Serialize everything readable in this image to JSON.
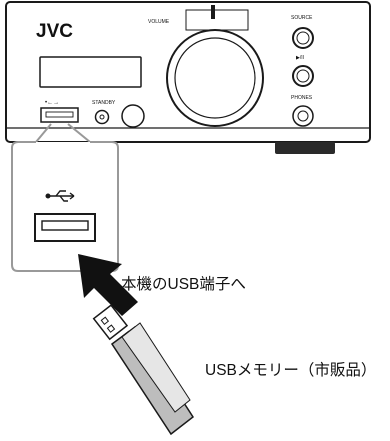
{
  "device": {
    "brand": "JVC",
    "volume_label": "VOLUME",
    "source_label": "SOURCE",
    "play_pause_label": "▶/II",
    "phones_label": "PHONES",
    "standby_label": "STANDBY",
    "usb_symbol": "•←→"
  },
  "callouts": {
    "usb_port_label": "本機のUSB端子へ",
    "usb_memory_label": "USBメモリー（市販品）"
  },
  "colors": {
    "outline": "#1a1a1a",
    "zoom_box": "#999999",
    "arrow": "#111111",
    "usb_stick_body": "#bdbdbd",
    "usb_stick_cap": "#e6e6e6",
    "base": "#2a2a2a"
  }
}
